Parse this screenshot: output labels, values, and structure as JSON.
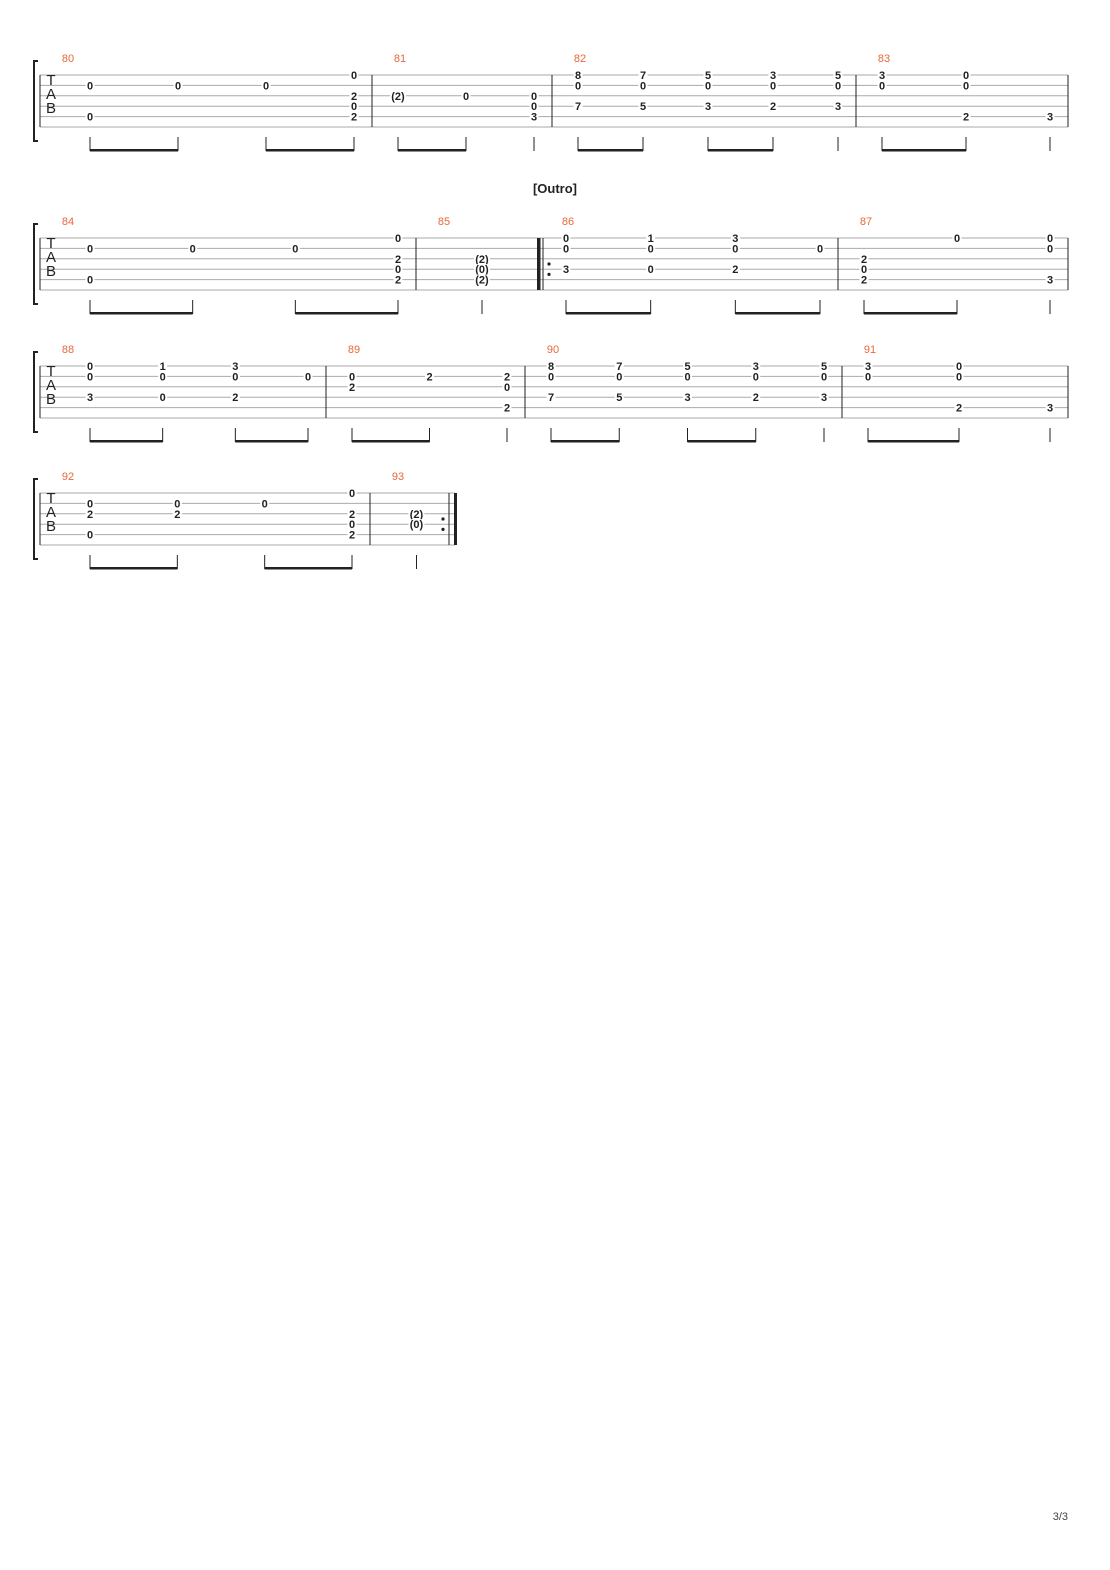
{
  "section_label": "[Outro]",
  "page_number": "3/3",
  "tab_clef": [
    "T",
    "A",
    "B"
  ],
  "colors": {
    "measure_number": "#e8683a",
    "staff_line": "#aaaaaa",
    "ink": "#222222"
  },
  "measure_numbers": [
    "80",
    "81",
    "82",
    "83",
    "84",
    "85",
    "86",
    "87",
    "88",
    "89",
    "90",
    "91",
    "92",
    "93"
  ],
  "systems": [
    {
      "measures": [
        {
          "number": "80",
          "notes": [
            {
              "string": 2,
              "fret": "0"
            },
            {
              "string": 5,
              "fret": "0"
            },
            {
              "string": 2,
              "fret": "0"
            },
            {
              "string": 2,
              "fret": "0"
            },
            {
              "string": 1,
              "fret": "0"
            },
            {
              "string": 3,
              "fret": "2"
            },
            {
              "string": 4,
              "fret": "0"
            },
            {
              "string": 5,
              "fret": "2"
            }
          ]
        },
        {
          "number": "81",
          "notes": [
            {
              "string": 3,
              "fret": "(2)"
            },
            {
              "string": 3,
              "fret": "0"
            },
            {
              "string": 3,
              "fret": "0"
            },
            {
              "string": 4,
              "fret": "0"
            },
            {
              "string": 5,
              "fret": "3"
            }
          ]
        },
        {
          "number": "82",
          "notes": [
            {
              "string": 1,
              "fret": "8"
            },
            {
              "string": 2,
              "fret": "0"
            },
            {
              "string": 4,
              "fret": "7"
            },
            {
              "string": 1,
              "fret": "7"
            },
            {
              "string": 2,
              "fret": "0"
            },
            {
              "string": 4,
              "fret": "5"
            },
            {
              "string": 1,
              "fret": "5"
            },
            {
              "string": 2,
              "fret": "0"
            },
            {
              "string": 4,
              "fret": "3"
            },
            {
              "string": 1,
              "fret": "3"
            },
            {
              "string": 2,
              "fret": "0"
            },
            {
              "string": 4,
              "fret": "2"
            },
            {
              "string": 1,
              "fret": "5"
            },
            {
              "string": 2,
              "fret": "0"
            },
            {
              "string": 4,
              "fret": "3"
            }
          ]
        },
        {
          "number": "83",
          "notes": [
            {
              "string": 1,
              "fret": "3"
            },
            {
              "string": 2,
              "fret": "0"
            },
            {
              "string": 1,
              "fret": "0"
            },
            {
              "string": 2,
              "fret": "0"
            },
            {
              "string": 5,
              "fret": "2"
            },
            {
              "string": 5,
              "fret": "3"
            }
          ]
        }
      ]
    },
    {
      "measures": [
        {
          "number": "84",
          "notes": [
            {
              "string": 2,
              "fret": "0"
            },
            {
              "string": 5,
              "fret": "0"
            },
            {
              "string": 2,
              "fret": "0"
            },
            {
              "string": 2,
              "fret": "0"
            },
            {
              "string": 1,
              "fret": "0"
            },
            {
              "string": 3,
              "fret": "2"
            },
            {
              "string": 4,
              "fret": "0"
            },
            {
              "string": 5,
              "fret": "2"
            }
          ]
        },
        {
          "number": "85",
          "notes": [
            {
              "string": 3,
              "fret": "(2)"
            },
            {
              "string": 4,
              "fret": "(0)"
            },
            {
              "string": 5,
              "fret": "(2)"
            }
          ]
        },
        {
          "number": "86",
          "notes": [
            {
              "string": 1,
              "fret": "0"
            },
            {
              "string": 2,
              "fret": "0"
            },
            {
              "string": 4,
              "fret": "3"
            },
            {
              "string": 1,
              "fret": "1"
            },
            {
              "string": 2,
              "fret": "0"
            },
            {
              "string": 4,
              "fret": "0"
            },
            {
              "string": 1,
              "fret": "3"
            },
            {
              "string": 2,
              "fret": "0"
            },
            {
              "string": 4,
              "fret": "2"
            },
            {
              "string": 2,
              "fret": "0"
            }
          ]
        },
        {
          "number": "87",
          "notes": [
            {
              "string": 3,
              "fret": "2"
            },
            {
              "string": 4,
              "fret": "0"
            },
            {
              "string": 5,
              "fret": "2"
            },
            {
              "string": 1,
              "fret": "0"
            },
            {
              "string": 1,
              "fret": "0"
            },
            {
              "string": 2,
              "fret": "0"
            },
            {
              "string": 5,
              "fret": "3"
            }
          ]
        }
      ]
    },
    {
      "measures": [
        {
          "number": "88",
          "notes": [
            {
              "string": 1,
              "fret": "0"
            },
            {
              "string": 2,
              "fret": "0"
            },
            {
              "string": 4,
              "fret": "3"
            },
            {
              "string": 1,
              "fret": "1"
            },
            {
              "string": 2,
              "fret": "0"
            },
            {
              "string": 4,
              "fret": "0"
            },
            {
              "string": 1,
              "fret": "3"
            },
            {
              "string": 2,
              "fret": "0"
            },
            {
              "string": 4,
              "fret": "2"
            },
            {
              "string": 2,
              "fret": "0"
            }
          ]
        },
        {
          "number": "89",
          "notes": [
            {
              "string": 2,
              "fret": "0"
            },
            {
              "string": 3,
              "fret": "2"
            },
            {
              "string": 2,
              "fret": "2"
            },
            {
              "string": 2,
              "fret": "2"
            },
            {
              "string": 3,
              "fret": "0"
            },
            {
              "string": 5,
              "fret": "2"
            }
          ]
        },
        {
          "number": "90",
          "notes": [
            {
              "string": 1,
              "fret": "8"
            },
            {
              "string": 2,
              "fret": "0"
            },
            {
              "string": 4,
              "fret": "7"
            },
            {
              "string": 1,
              "fret": "7"
            },
            {
              "string": 2,
              "fret": "0"
            },
            {
              "string": 4,
              "fret": "5"
            },
            {
              "string": 1,
              "fret": "5"
            },
            {
              "string": 2,
              "fret": "0"
            },
            {
              "string": 4,
              "fret": "3"
            },
            {
              "string": 1,
              "fret": "3"
            },
            {
              "string": 2,
              "fret": "0"
            },
            {
              "string": 4,
              "fret": "2"
            },
            {
              "string": 1,
              "fret": "5"
            },
            {
              "string": 2,
              "fret": "0"
            },
            {
              "string": 4,
              "fret": "3"
            }
          ]
        },
        {
          "number": "91",
          "notes": [
            {
              "string": 1,
              "fret": "3"
            },
            {
              "string": 2,
              "fret": "0"
            },
            {
              "string": 1,
              "fret": "0"
            },
            {
              "string": 2,
              "fret": "0"
            },
            {
              "string": 5,
              "fret": "2"
            },
            {
              "string": 5,
              "fret": "3"
            }
          ]
        }
      ]
    },
    {
      "measures": [
        {
          "number": "92",
          "notes": [
            {
              "string": 2,
              "fret": "0"
            },
            {
              "string": 3,
              "fret": "2"
            },
            {
              "string": 5,
              "fret": "0"
            },
            {
              "string": 2,
              "fret": "0"
            },
            {
              "string": 3,
              "fret": "2"
            },
            {
              "string": 2,
              "fret": "0"
            },
            {
              "string": 1,
              "fret": "0"
            },
            {
              "string": 3,
              "fret": "2"
            },
            {
              "string": 4,
              "fret": "0"
            },
            {
              "string": 5,
              "fret": "2"
            }
          ]
        },
        {
          "number": "93",
          "notes": [
            {
              "string": 3,
              "fret": "(2)"
            },
            {
              "string": 4,
              "fret": "(0)"
            }
          ]
        }
      ]
    }
  ]
}
